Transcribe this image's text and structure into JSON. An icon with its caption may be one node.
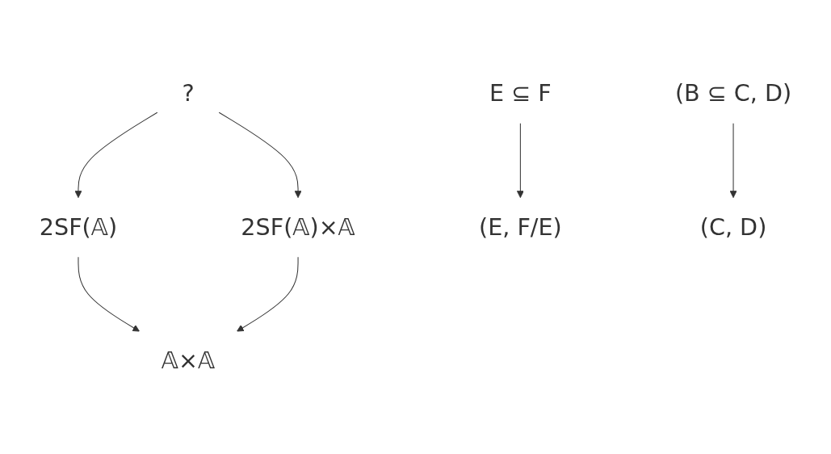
{
  "diagram": {
    "nodes": [
      {
        "text": [
          "?"
        ]
      },
      {
        "text": [
          "2SF(𝔸)"
        ]
      },
      {
        "text": [
          "E ⊆ F"
        ]
      },
      {
        "text": [
          "2SF(𝔸)×𝔸"
        ]
      },
      {
        "text": [
          "𝔸×𝔸"
        ]
      },
      {
        "text": [
          "(E, F/E)"
        ]
      },
      {
        "text": [
          "(B ⊆ C, D)"
        ]
      },
      {
        "text": [
          "(C, D)"
        ]
      }
    ],
    "edges": [
      {
        "from": 0,
        "to": 1,
        "arrow": "to"
      },
      {
        "from": 0,
        "to": 3,
        "arrow": "to"
      },
      {
        "from": 1,
        "to": 4,
        "arrow": "to"
      },
      {
        "from": 2,
        "to": 5,
        "arrow": "to"
      },
      {
        "from": 3,
        "to": 4,
        "arrow": "to"
      },
      {
        "from": 6,
        "to": 7,
        "arrow": "to"
      }
    ]
  }
}
